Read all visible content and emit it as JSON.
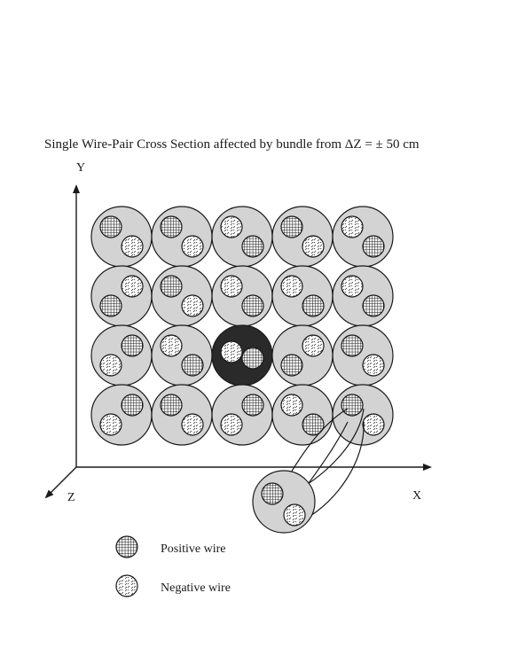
{
  "title": "Single Wire-Pair Cross Section affected by bundle from ΔZ = ± 50 cm",
  "axes": {
    "y": "Y",
    "x": "X",
    "z": "Z"
  },
  "legend": {
    "positive": "Positive wire",
    "negative": "Negative wire"
  },
  "colors": {
    "bundle_fill": "#d3d3d3",
    "highlight_fill": "#2a2a2a",
    "ink": "#1a1a1a"
  },
  "grid": {
    "rows": 4,
    "cols": 5,
    "highlighted": [
      2,
      2
    ],
    "pairs": [
      [
        [
          "pos",
          "tl"
        ],
        [
          "pos",
          "tl"
        ],
        [
          "neg",
          "tl"
        ],
        [
          "pos",
          "tl"
        ],
        [
          "neg",
          "tl"
        ]
      ],
      [
        [
          "pos",
          "bl"
        ],
        [
          "pos",
          "tl"
        ],
        [
          "neg",
          "tl"
        ],
        [
          "neg",
          "tl"
        ],
        [
          "neg",
          "tl"
        ]
      ],
      [
        [
          "pos",
          "tr"
        ],
        [
          "neg",
          "tl"
        ],
        [
          "neg",
          "hz"
        ],
        [
          "pos",
          "bl"
        ],
        [
          "pos",
          "tl"
        ]
      ],
      [
        [
          "pos",
          "tr"
        ],
        [
          "pos",
          "tl"
        ],
        [
          "pos",
          "tr"
        ],
        [
          "neg",
          "tl"
        ],
        [
          "pos",
          "tl"
        ]
      ]
    ]
  }
}
